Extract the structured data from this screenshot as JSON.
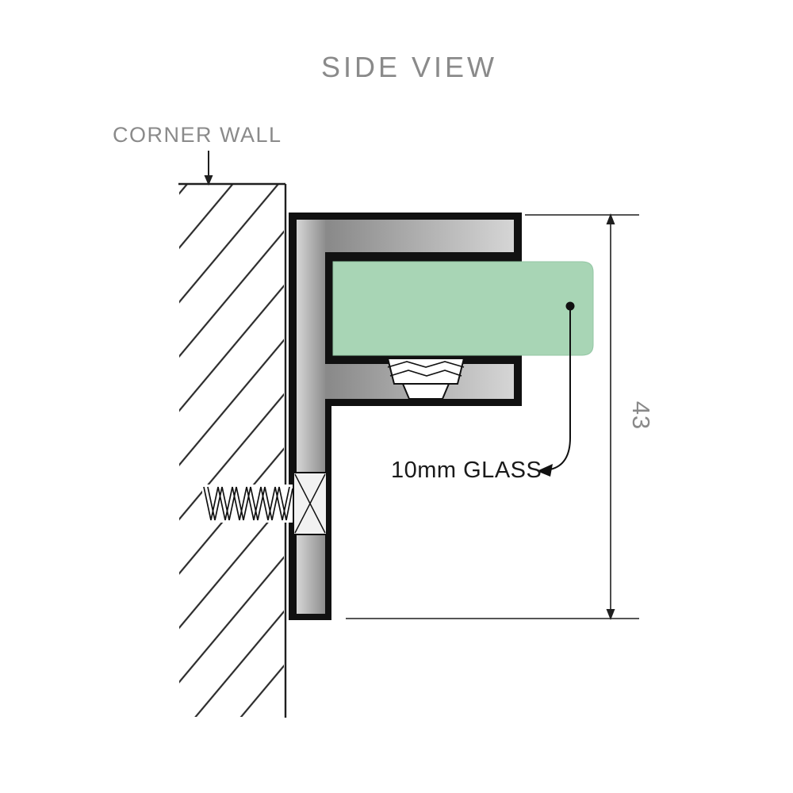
{
  "diagram": {
    "title": "SIDE VIEW",
    "wall_label": "CORNER WALL",
    "glass_label": "10mm GLASS",
    "dimension_value": "43"
  },
  "icons": {
    "wall_pointer": "down-arrow-icon",
    "dimension_arrows": "double-ended-dimension-arrow-icon",
    "glass_leader": "curved-leader-arrow-icon"
  },
  "colors": {
    "background": "#ffffff",
    "glass_green": "#a8d5b5",
    "glass_edge": "#93c6a4",
    "bracket_gray_dark": "#8a8a8a",
    "bracket_gray_light": "#d6d6d6",
    "outline_black": "#111111",
    "line_dark": "#1f1f1f",
    "label_gray": "#8a8a8a"
  }
}
